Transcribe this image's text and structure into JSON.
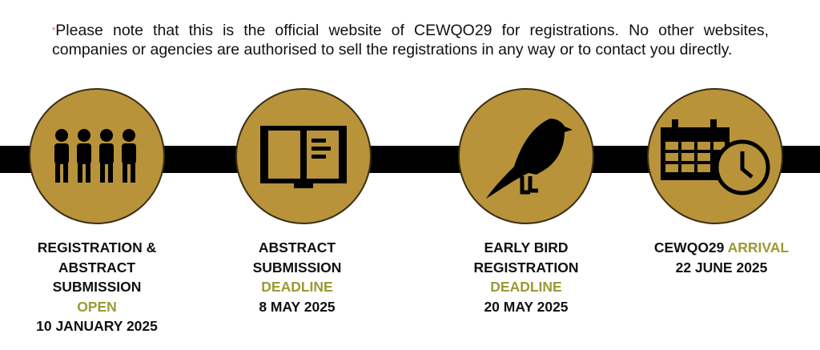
{
  "notice": {
    "asterisk": "*",
    "text": "Please note that this is the official website of CEWQO29 for registrations. No other websites, companies or agencies are authorised to sell the registrations in any way or to contact you directly."
  },
  "colors": {
    "circle": "#B8933A",
    "accent": "#9A9A35",
    "bar": "#000000"
  },
  "milestones": [
    {
      "icon": "people-icon",
      "lines": [
        "REGISTRATION &",
        "ABSTRACT",
        "SUBMISSION"
      ],
      "accent": "OPEN",
      "date": "10 JANUARY 2025"
    },
    {
      "icon": "book-icon",
      "lines": [
        "ABSTRACT",
        "SUBMISSION"
      ],
      "accent": "DEADLINE",
      "date": "8 MAY 2025"
    },
    {
      "icon": "bird-icon",
      "lines": [
        "EARLY BIRD",
        "REGISTRATION"
      ],
      "accent": "DEADLINE",
      "date": "20 MAY 2025"
    },
    {
      "icon": "calendar-clock-icon",
      "prefix": "CEWQO29",
      "accent": "ARRIVAL",
      "date": "22 JUNE 2025"
    }
  ]
}
